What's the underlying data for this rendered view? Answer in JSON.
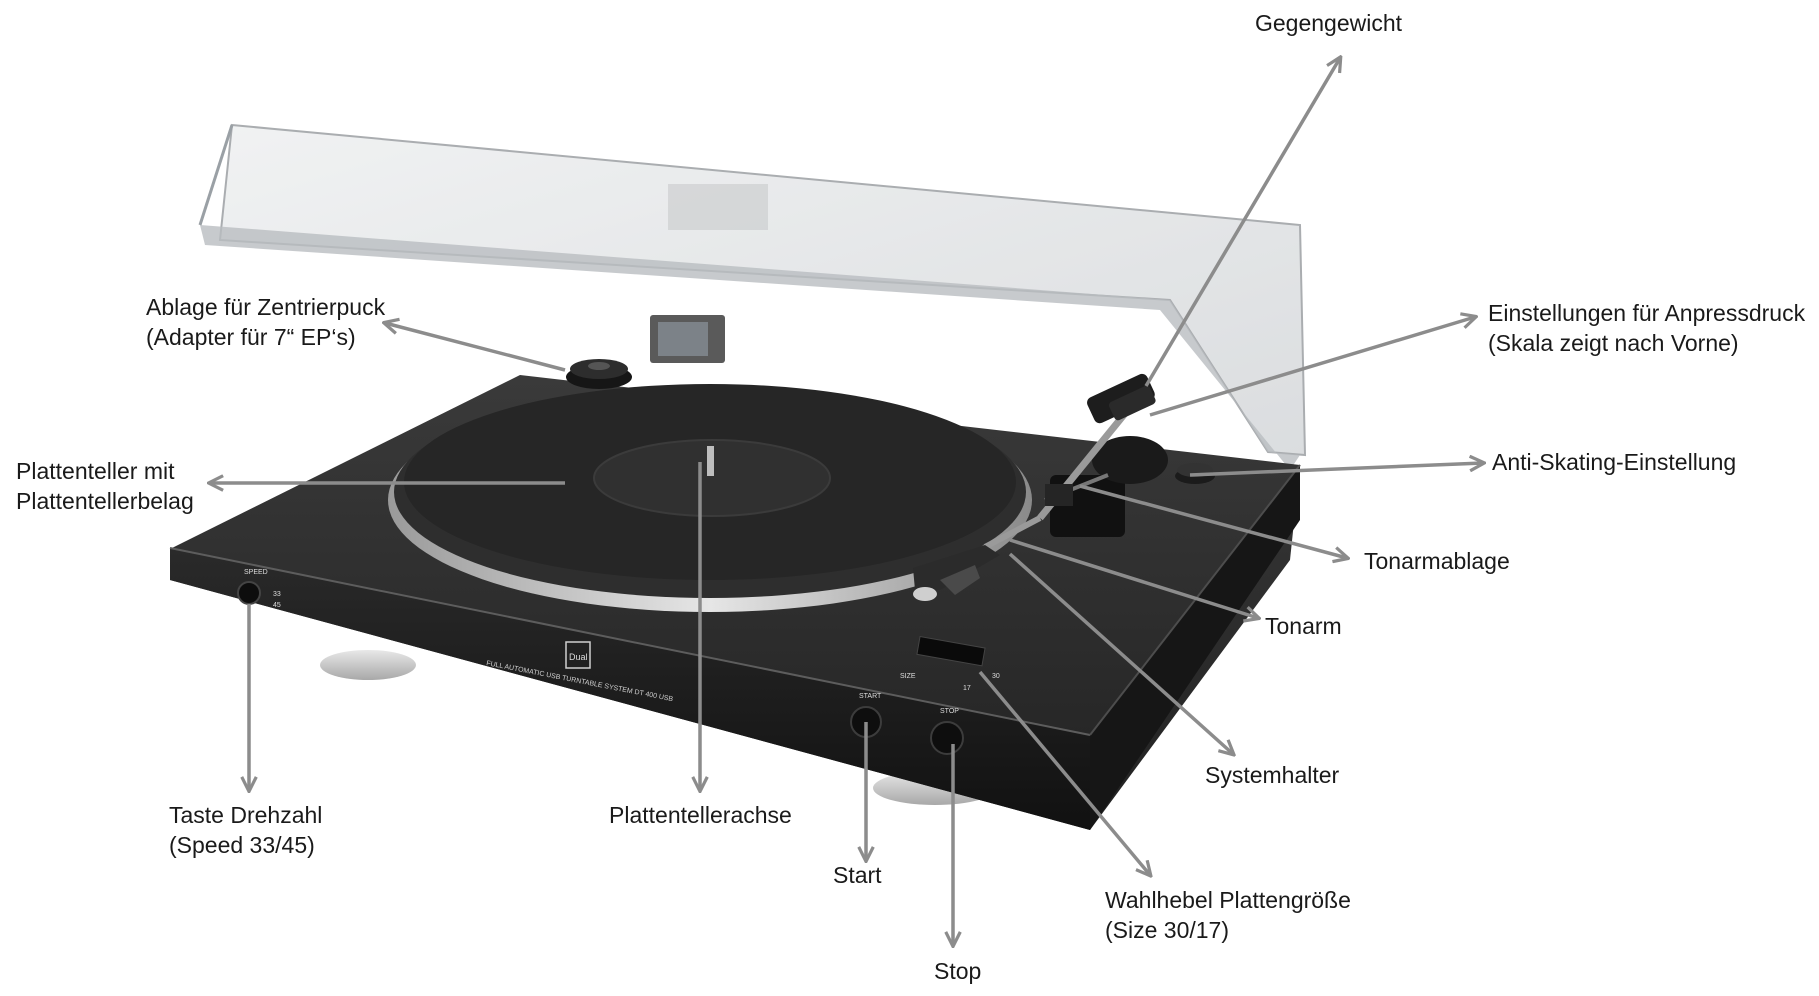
{
  "labels": {
    "gegengewicht": "Gegengewicht",
    "anpressdruck": [
      "Einstellungen für Anpressdruck",
      "(Skala zeigt nach Vorne)"
    ],
    "zentrierpuck": [
      "Ablage für Zentrierpuck",
      "(Adapter für 7“ EP‘s)"
    ],
    "plattenteller": [
      "Plattenteller mit",
      "Plattentellerbelag"
    ],
    "antiskating": "Anti-Skating-Einstellung",
    "tonarmablage": "Tonarmablage",
    "tonarm": "Tonarm",
    "systemhalter": "Systemhalter",
    "drehzahl": [
      "Taste Drehzahl",
      "(Speed 33/45)"
    ],
    "achse": "Plattentellerachse",
    "start": "Start",
    "stop": "Stop",
    "plattengroesse": [
      "Wahlhebel Plattengröße",
      "(Size 30/17)"
    ]
  },
  "device": {
    "brand": "Dual",
    "model_line": "FULL AUTOMATIC USB TURNTABLE SYSTEM DT 400 USB",
    "speed_label": "SPEED",
    "speed_33": "33",
    "speed_45": "45",
    "start_label": "START",
    "stop_label": "STOP",
    "size_label": "SIZE",
    "size_30": "30",
    "size_17": "17"
  },
  "colors": {
    "arrow": "#8c8c8c",
    "plinth": "#1e1e1e",
    "platter": "#2b2b2b",
    "lid": "#d9dcdf"
  }
}
